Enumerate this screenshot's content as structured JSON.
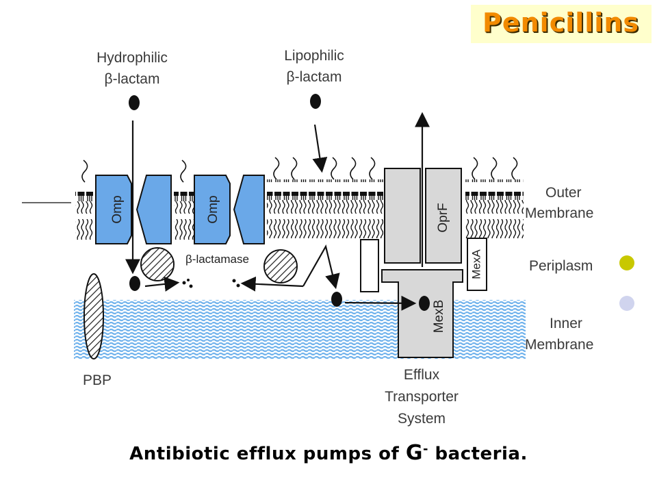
{
  "slide": {
    "title": "Penicillins",
    "caption_main": "Antibiotic efflux pumps of ",
    "caption_g": "G",
    "caption_sup": "-",
    "caption_end": " bacteria."
  },
  "labels": {
    "hydrophilic_line1": "Hydrophilic",
    "hydrophilic_line2": "β-lactam",
    "lipophilic_line1": "Lipophilic",
    "lipophilic_line2": "β-lactam",
    "beta_lactamase": "β-lactamase",
    "omp": "Omp",
    "oprf": "OprF",
    "mexa": "MexA",
    "mexb": "MexB",
    "outer_membrane_line1": "Outer",
    "outer_membrane_line2": "Membrane",
    "periplasm": "Periplasm",
    "inner_membrane_line1": "Inner",
    "inner_membrane_line2": "Membrane",
    "pbp": "PBP",
    "efflux_line1": "Efflux",
    "efflux_line2": "Transporter",
    "efflux_line3": "System"
  },
  "colors": {
    "title_bg": "#ffffcc",
    "title_text": "#f28a00",
    "omp_fill": "#6aa8e8",
    "inner_membrane": "#7ab8ee",
    "efflux_fill": "#d8d8d8",
    "bullet_1": "#c8c800",
    "bullet_2": "#d0d4ee"
  }
}
